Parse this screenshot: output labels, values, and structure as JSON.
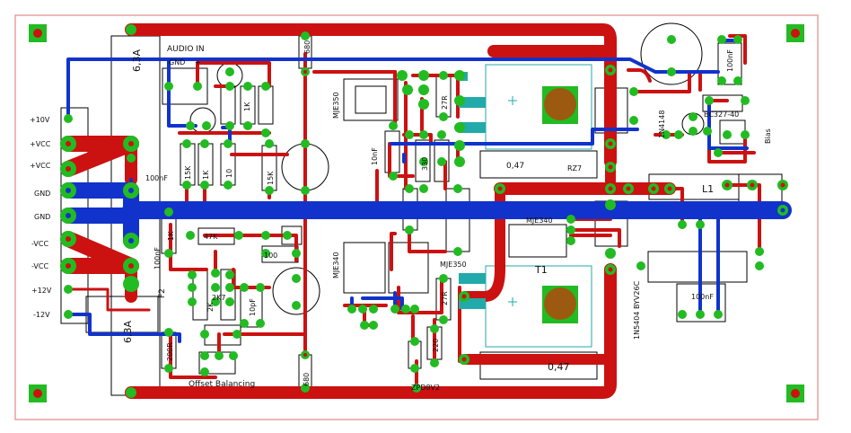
{
  "colors": {
    "background": "#ffffff",
    "border": "#e5a0a0",
    "trace_top": "#cc1111",
    "trace_bottom": "#1133cc",
    "pad": "#22bb22",
    "via_inner": "#cc1111",
    "heatsink": "#9b5a10",
    "outline": "#000000",
    "cyan": "#22aaaa"
  },
  "labels": {
    "audio_in": "AUDIO IN",
    "gnd_small": "GND",
    "plus_small": "+",
    "minus_small": "-",
    "jack": "6,3A",
    "rail_10v": "+10V",
    "rail_vcc1": "+VCC",
    "rail_vcc2": "+VCC",
    "gnd1": "GND",
    "gnd2": "GND",
    "rail_nvcc1": "-VCC",
    "rail_nvcc2": "-VCC",
    "rail_12v": "+12V",
    "rail_n12v": "-12V",
    "c100nf_a": "100nF",
    "c100nf_b": "100nF",
    "c100nf_c": "100nF",
    "c100nf_d": "100nF",
    "f2": "F2",
    "fuse": "6,3A",
    "r1k_a": "1K",
    "r1k_b": "1K",
    "r1k_c": "1K",
    "r15k_a": "15K",
    "r15k_b": "15K",
    "r10": "10",
    "r22k": "2K",
    "r2k7": "2K7",
    "r47k": "47K",
    "r100": "100",
    "r200": "200R",
    "r680_top": "680",
    "r680_bot": "680",
    "r27r_a": "27R",
    "r27r_b": "27R",
    "r220": "220",
    "r330": "330",
    "rz7": "RZ7",
    "res_047_a": "0,47",
    "res_047_b": "0,47",
    "mje350_top": "MJE350",
    "mje350_bot": "MJE350",
    "mje340_top": "MJE340",
    "mje340_bot": "MJE340",
    "bc327": "BC327-40",
    "bias": "Bias",
    "l1": "L1",
    "t1": "T1",
    "d1n4148": "1N4148",
    "d1n5404": "1N5404 BYV26C",
    "zpd": "ZPD8V2",
    "offset": "Offset Balancing",
    "c10nf": "10nF",
    "pf_label": "10pF"
  }
}
